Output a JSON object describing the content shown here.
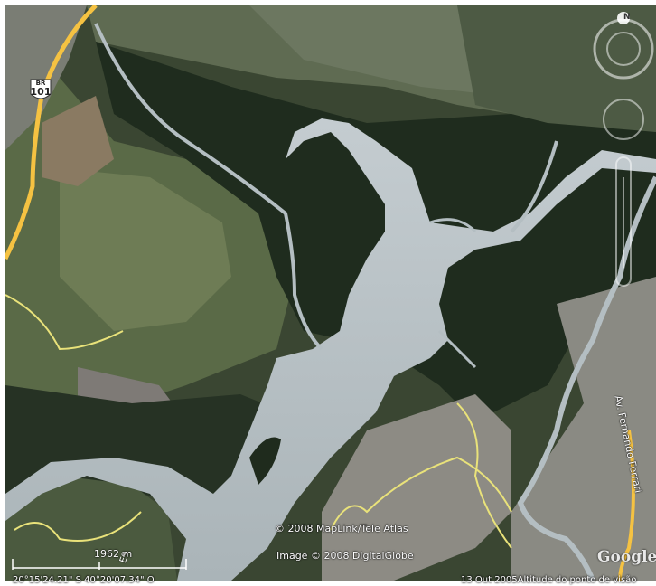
{
  "map": {
    "highway_shield": {
      "top": "BR",
      "number": "101"
    },
    "avenue_label": "Av. Fernando Ferrari",
    "road_label_s": "ES",
    "credit_maplink": "© 2008 MapLink/Tele Atlas",
    "credit_imagery": "Image © 2008 DigitalGlobe",
    "scale_label": "1962 m",
    "brand": "Google",
    "compass_letter": "N",
    "status": {
      "coordinates": "20°15'24.21\" S   40°20'07.34\" O",
      "date_altitude": "13 Out 2005Altitude do ponto de visão"
    },
    "colors": {
      "water": "#b9c2c6",
      "mangrove": "#1e2b1d",
      "road": "#f5c242",
      "minor_road": "#e9e27a"
    },
    "controls": [
      "compass-ring-icon",
      "look-joystick-icon",
      "move-joystick-icon",
      "zoom-slider"
    ]
  }
}
